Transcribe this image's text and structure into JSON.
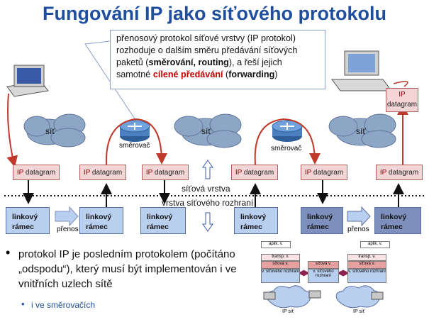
{
  "title": "Fungování IP jako síťového protokolu",
  "callout": {
    "line1": "přenosový protokol síťové vrstvy (IP protokol)",
    "line2": "rozhoduje o dalším směru předávání síťových",
    "line3_pre": "paketů (",
    "line3_bold": "směrování, routing",
    "line3_post": "), a řeší jejich",
    "line4_pre": "samotné ",
    "line4_red": "cílené předávání",
    "line4_mid": " (",
    "line4_bold": "forwarding",
    "line4_post": ")"
  },
  "clouds": [
    "síť",
    "síť",
    "síť"
  ],
  "routers": [
    "směrovač",
    "směrovač"
  ],
  "datagram": {
    "ip": "IP",
    "text": "datagram"
  },
  "layer_labels": {
    "network": "síťová   vrstva",
    "interface": "vrstva síťového rozhraní"
  },
  "frame": {
    "line1": "linkový",
    "line2": "rámec"
  },
  "transfer": "přenos",
  "bullet": "protokol IP je posledním protokolem (počítáno „odspodu“), který musí být implementován i ve vnitřních uzlech sítě",
  "sub_bullet": "i ve směrovačích",
  "mini": {
    "aplik": "aplik. v.",
    "transp": "transp. v.",
    "sitova": "síťová v.",
    "rozhrani": "v. síťového rozhraní",
    "ip_sit": "IP síť"
  },
  "colors": {
    "title": "#1f4e9c",
    "datagram_fill": "#f3d5d5",
    "frame_light": "#b9cff0",
    "frame_dark": "#7d8fbd",
    "arrow_red": "#c0392b"
  }
}
